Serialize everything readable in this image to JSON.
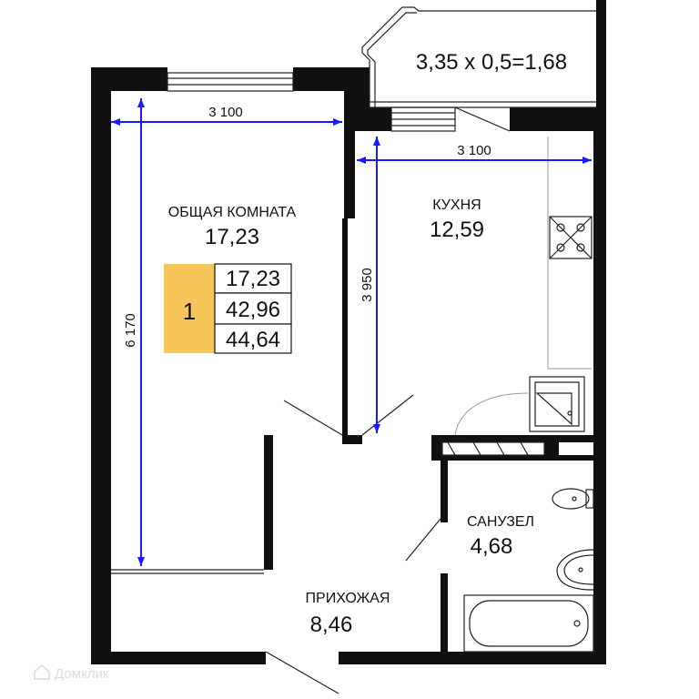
{
  "balcony": {
    "formula": "3,35 x 0,5=1,68"
  },
  "rooms": {
    "living": {
      "name": "ОБЩАЯ КОМНАТА",
      "area": "17,23"
    },
    "kitchen": {
      "name": "КУХНЯ",
      "area": "12,59"
    },
    "bathroom": {
      "name": "САНУЗЕЛ",
      "area": "4,68"
    },
    "hallway": {
      "name": "ПРИХОЖАЯ",
      "area": "8,46"
    }
  },
  "info_box": {
    "room_count": "1",
    "living_area": "17,23",
    "total_area": "42,96",
    "total_with_balcony": "44,64",
    "accent_color": "#f6c65b"
  },
  "dimensions": {
    "living_width": "3 100",
    "kitchen_width": "3 100",
    "kitchen_depth": "3 950",
    "living_depth": "6 170"
  },
  "watermark": "Домклик",
  "colors": {
    "walls": "#111111",
    "dimension_lines": "#1a1aff"
  }
}
